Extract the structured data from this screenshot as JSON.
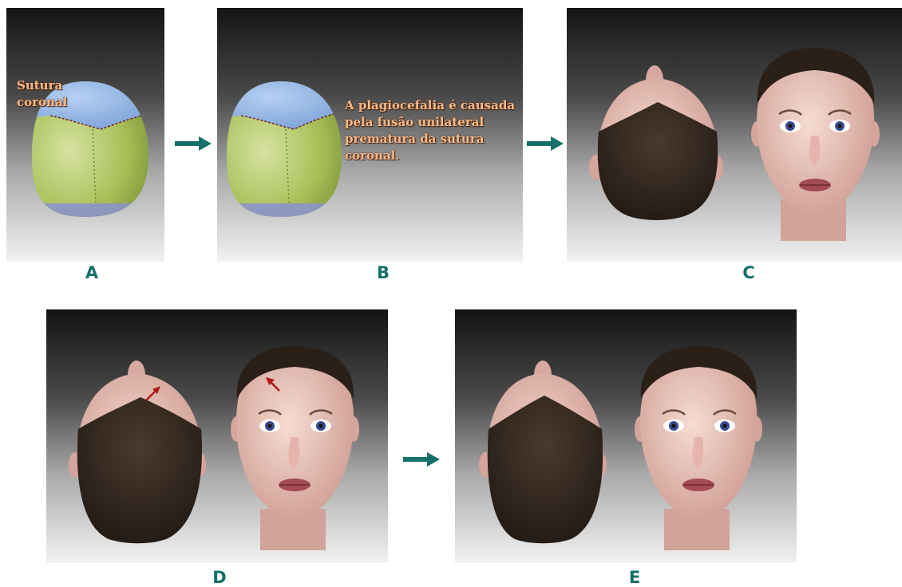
{
  "panel_letters": {
    "a": "A",
    "b": "B",
    "c": "C",
    "d": "D",
    "e": "E"
  },
  "panel_a": {
    "label_line1": "Sutura",
    "label_line2": "coronal"
  },
  "panel_b": {
    "caption": "A plagiocefalia é causada pela fusão unilateral prematura da sutura coronal."
  },
  "icons": {
    "arrow": "right-arrow-icon",
    "pointer": "red-pointer-arrow-icon"
  },
  "colors": {
    "arrow": "#16706a",
    "letter": "#16706a",
    "frontal_bone": "#7fa6d9",
    "parietal_bone": "#a9c05a",
    "occipital_bone": "#8c93c9",
    "label_text": "#f4b98a",
    "pointer": "#b01818"
  }
}
